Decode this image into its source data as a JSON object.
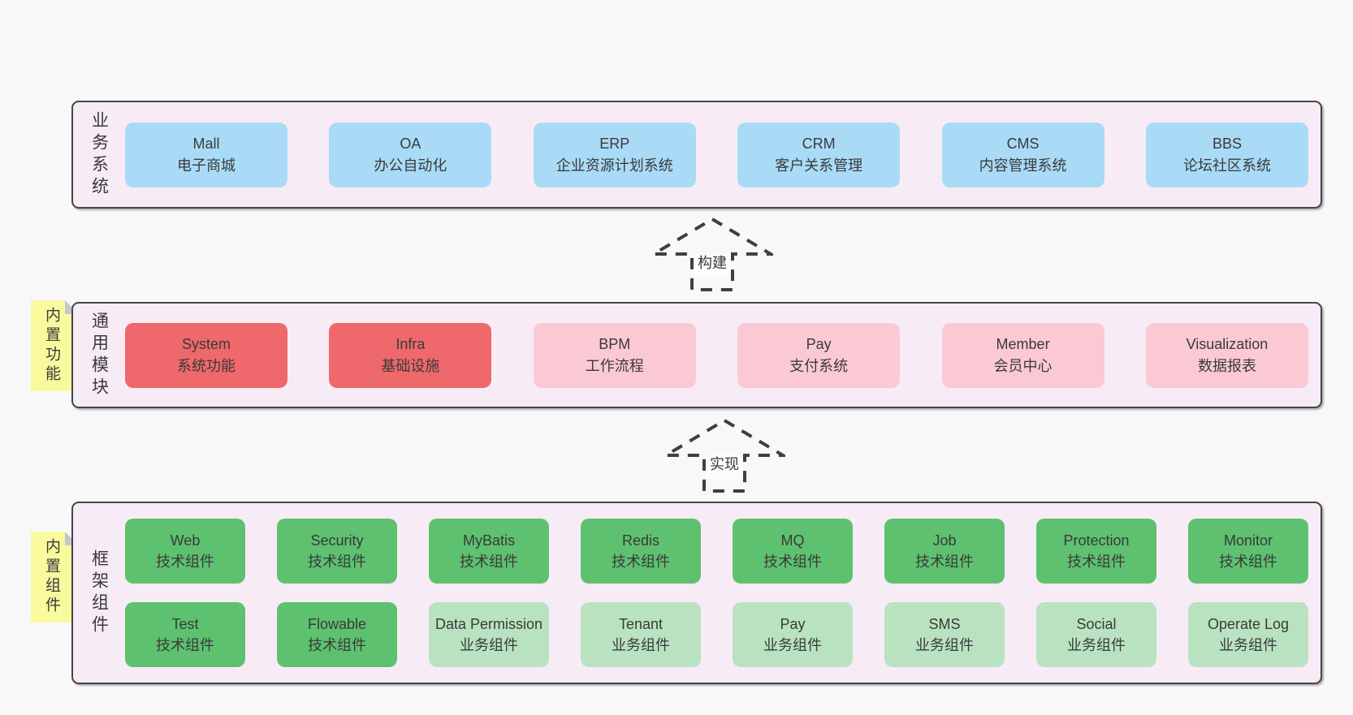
{
  "page": {
    "background": "#f8f8f8"
  },
  "colors": {
    "band_background": "#f7ecf5",
    "band_border": "#454545",
    "blue_node": "#a9dbf6",
    "red_node": "#ee686c",
    "pink_node": "#fbc9d3",
    "green_node": "#5ec170",
    "light_green_node": "#b9e3c0",
    "sticky_note": "#f9f99d",
    "text": "#3a3a3a"
  },
  "arrows": {
    "build": "构建",
    "implement": "实现"
  },
  "bands": {
    "business": {
      "label": "业务系统",
      "boxes": [
        {
          "title": "Mall",
          "subtitle": "电子商城",
          "variant": "blue"
        },
        {
          "title": "OA",
          "subtitle": "办公自动化",
          "variant": "blue"
        },
        {
          "title": "ERP",
          "subtitle": "企业资源计划系统",
          "variant": "blue"
        },
        {
          "title": "CRM",
          "subtitle": "客户关系管理",
          "variant": "blue"
        },
        {
          "title": "CMS",
          "subtitle": "内容管理系统",
          "variant": "blue"
        },
        {
          "title": "BBS",
          "subtitle": "论坛社区系统",
          "variant": "blue"
        }
      ]
    },
    "modules": {
      "label": "通用模块",
      "sticky": "内置功能",
      "boxes": [
        {
          "title": "System",
          "subtitle": "系统功能",
          "variant": "red"
        },
        {
          "title": "Infra",
          "subtitle": "基础设施",
          "variant": "red"
        },
        {
          "title": "BPM",
          "subtitle": "工作流程",
          "variant": "pink"
        },
        {
          "title": "Pay",
          "subtitle": "支付系统",
          "variant": "pink"
        },
        {
          "title": "Member",
          "subtitle": "会员中心",
          "variant": "pink"
        },
        {
          "title": "Visualization",
          "subtitle": "数据报表",
          "variant": "pink"
        }
      ]
    },
    "components": {
      "label": "框架组件",
      "sticky": "内置组件",
      "rows": [
        [
          {
            "title": "Web",
            "subtitle": "技术组件",
            "variant": "green"
          },
          {
            "title": "Security",
            "subtitle": "技术组件",
            "variant": "green"
          },
          {
            "title": "MyBatis",
            "subtitle": "技术组件",
            "variant": "green"
          },
          {
            "title": "Redis",
            "subtitle": "技术组件",
            "variant": "green"
          },
          {
            "title": "MQ",
            "subtitle": "技术组件",
            "variant": "green"
          },
          {
            "title": "Job",
            "subtitle": "技术组件",
            "variant": "green"
          },
          {
            "title": "Protection",
            "subtitle": "技术组件",
            "variant": "green"
          },
          {
            "title": "Monitor",
            "subtitle": "技术组件",
            "variant": "green"
          }
        ],
        [
          {
            "title": "Test",
            "subtitle": "技术组件",
            "variant": "green"
          },
          {
            "title": "Flowable",
            "subtitle": "技术组件",
            "variant": "green"
          },
          {
            "title": "Data Permission",
            "subtitle": "业务组件",
            "variant": "lightgreen"
          },
          {
            "title": "Tenant",
            "subtitle": "业务组件",
            "variant": "lightgreen"
          },
          {
            "title": "Pay",
            "subtitle": "业务组件",
            "variant": "lightgreen"
          },
          {
            "title": "SMS",
            "subtitle": "业务组件",
            "variant": "lightgreen"
          },
          {
            "title": "Social",
            "subtitle": "业务组件",
            "variant": "lightgreen"
          },
          {
            "title": "Operate Log",
            "subtitle": "业务组件",
            "variant": "lightgreen"
          }
        ]
      ]
    }
  }
}
